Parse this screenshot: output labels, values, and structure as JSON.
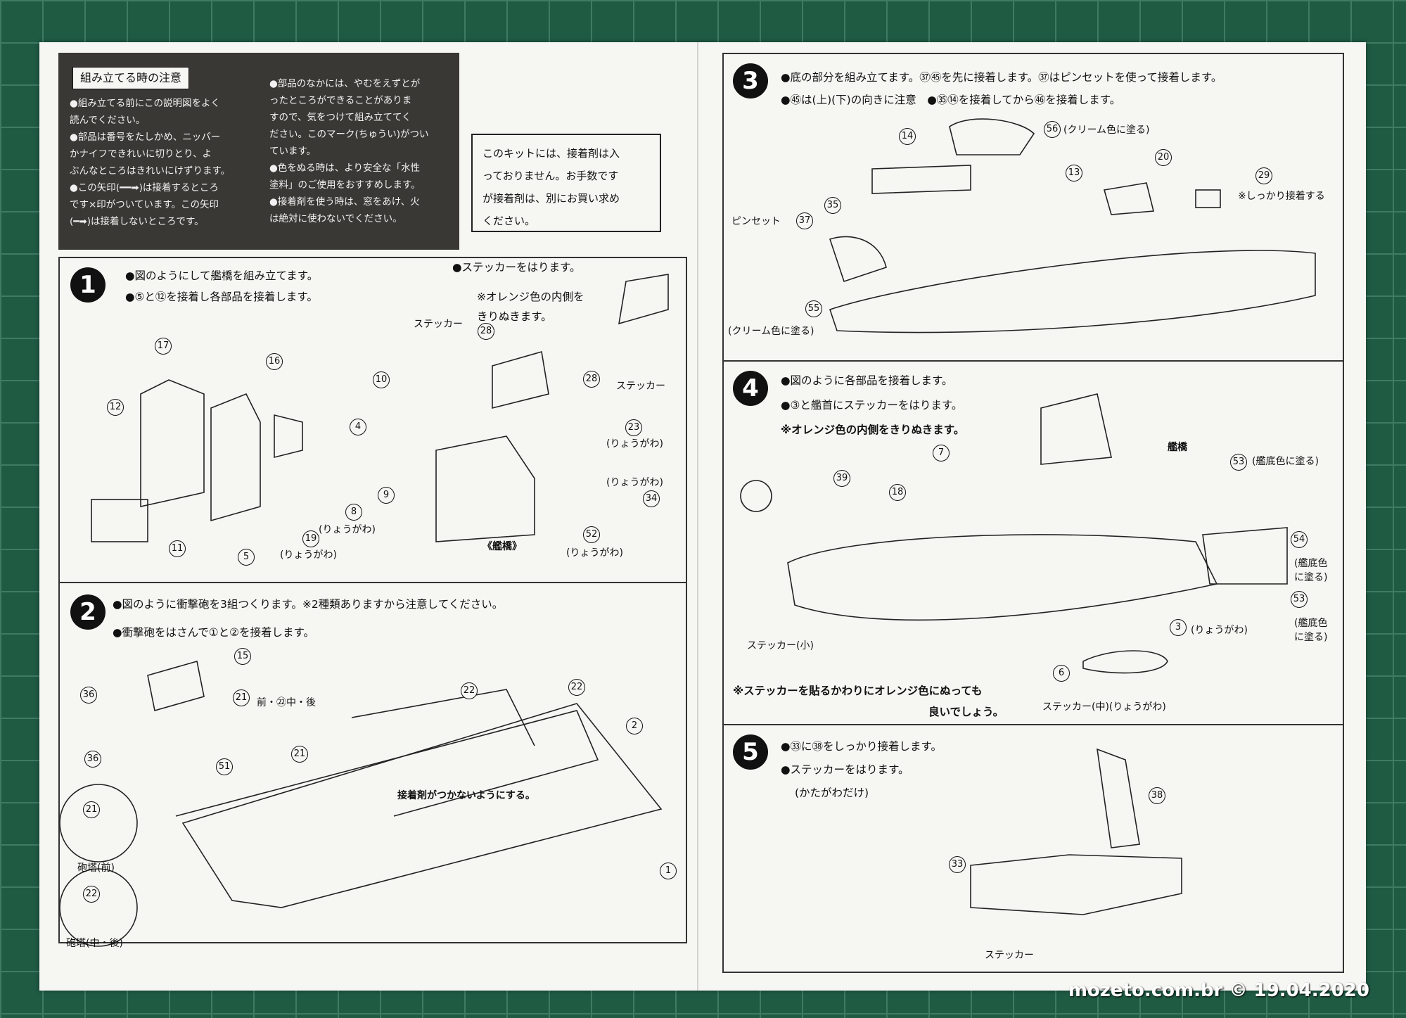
{
  "notes": {
    "title": "組み立てる時の注意",
    "left": [
      "●組み立てる前にこの説明図をよく",
      "読んでください。",
      "●部品は番号をたしかめ、ニッパー",
      "かナイフできれいに切りとり、よ",
      "ぶんなところはきれいにけずります。",
      "●この矢印(━━➡)は接着するところ",
      "です×印がついています。この矢印",
      "(━➡)は接着しないところです。"
    ],
    "right": [
      "●部品のなかには、やむをえずとが",
      "ったところができることがありま",
      "すので、気をつけて組み立ててく",
      "ださい。このマーク(ちゅうい)がつい",
      "ています。",
      "●色をぬる時は、より安全な「水性",
      "塗料」のご使用をおすすめします。",
      "●接着剤を使う時は、窓をあけ、火",
      "は絶対に使わないでください。"
    ]
  },
  "glue_note": [
    "このキットには、接着剤は入",
    "っておりません。お手数です",
    "が接着剤は、別にお買い求め",
    "ください。"
  ],
  "step1": {
    "num": "1",
    "lines": [
      "●図のようにして艦橋を組み立てます。",
      "●⑤と⑫を接着し各部品を接着します。"
    ],
    "sticker_line": "●ステッカーをはります。",
    "orange_note": [
      "※オレンジ色の内側を",
      "きりぬきます。"
    ],
    "labels": {
      "sticker_a": "ステッカー",
      "sticker_b": "ステッカー",
      "both_a": "(りょうがわ)",
      "both_b": "(りょうがわ)",
      "both_c": "(りょうがわ)",
      "both_d": "(りょうがわ)",
      "both_e": "(りょうがわ)",
      "bridge": "《艦橋》"
    },
    "parts": [
      "17",
      "16",
      "12",
      "4",
      "8",
      "19",
      "5",
      "11",
      "9",
      "10",
      "28",
      "28",
      "23",
      "34",
      "52"
    ]
  },
  "step2": {
    "num": "2",
    "lines": [
      "●図のように衝撃砲を3組つくります。※2種類ありますから注意してください。",
      "●衝撃砲をはさんで①と②を接着します。"
    ],
    "labels": {
      "front_rear": "前・㉒中・後",
      "no_glue": "接着剤がつかないようにする。",
      "turret_front": "砲塔(前)",
      "turret_mid": "砲塔(中・後)"
    },
    "parts": [
      "15",
      "36",
      "21",
      "22",
      "22",
      "2",
      "21",
      "36",
      "51",
      "21",
      "22",
      "1"
    ]
  },
  "step3": {
    "num": "3",
    "lines": [
      "●底の部分を組み立てます。㊲㊺を先に接着します。㊲はピンセットを使って接着します。",
      "●㊺は(上)(下)の向きに注意　●㉟⑭を接着してから㊻を接着します。"
    ],
    "labels": {
      "cream": "(クリーム色に塗る)",
      "firm": "※しっかり接着する",
      "tweezers": "ピンセット",
      "cream2": "(クリーム色に塗る)"
    },
    "parts": [
      "14",
      "56",
      "13",
      "20",
      "29",
      "35",
      "37",
      "55"
    ]
  },
  "step4": {
    "num": "4",
    "lines": [
      "●図のように各部品を接着します。",
      "●③と艦首にステッカーをはります。"
    ],
    "orange": "※オレンジ色の内側をきりぬきます。",
    "labels": {
      "bridge": "艦橋",
      "hull1": "(艦底色に塗る)",
      "hull2": "(艦底色に塗る)",
      "hull3": "(艦底色に塗る)",
      "sticker_small": "ステッカー(小)",
      "sticker_mid": "ステッカー(中)(りょうがわ)",
      "both": "(りょうがわ)",
      "alt1": "※ステッカーを貼るかわりにオレンジ色にぬっても",
      "alt2": "良いでしょう。"
    },
    "parts": [
      "39",
      "18",
      "7",
      "53",
      "54",
      "53",
      "3",
      "6"
    ]
  },
  "step5": {
    "num": "5",
    "lines": [
      "●㉝に㊳をしっかり接着します。",
      "●ステッカーをはります。",
      "(かたがわだけ)"
    ],
    "labels": {
      "sticker": "ステッカー"
    },
    "parts": [
      "38",
      "33"
    ]
  },
  "watermark": "mozeto.com.br © 19.04.2020"
}
